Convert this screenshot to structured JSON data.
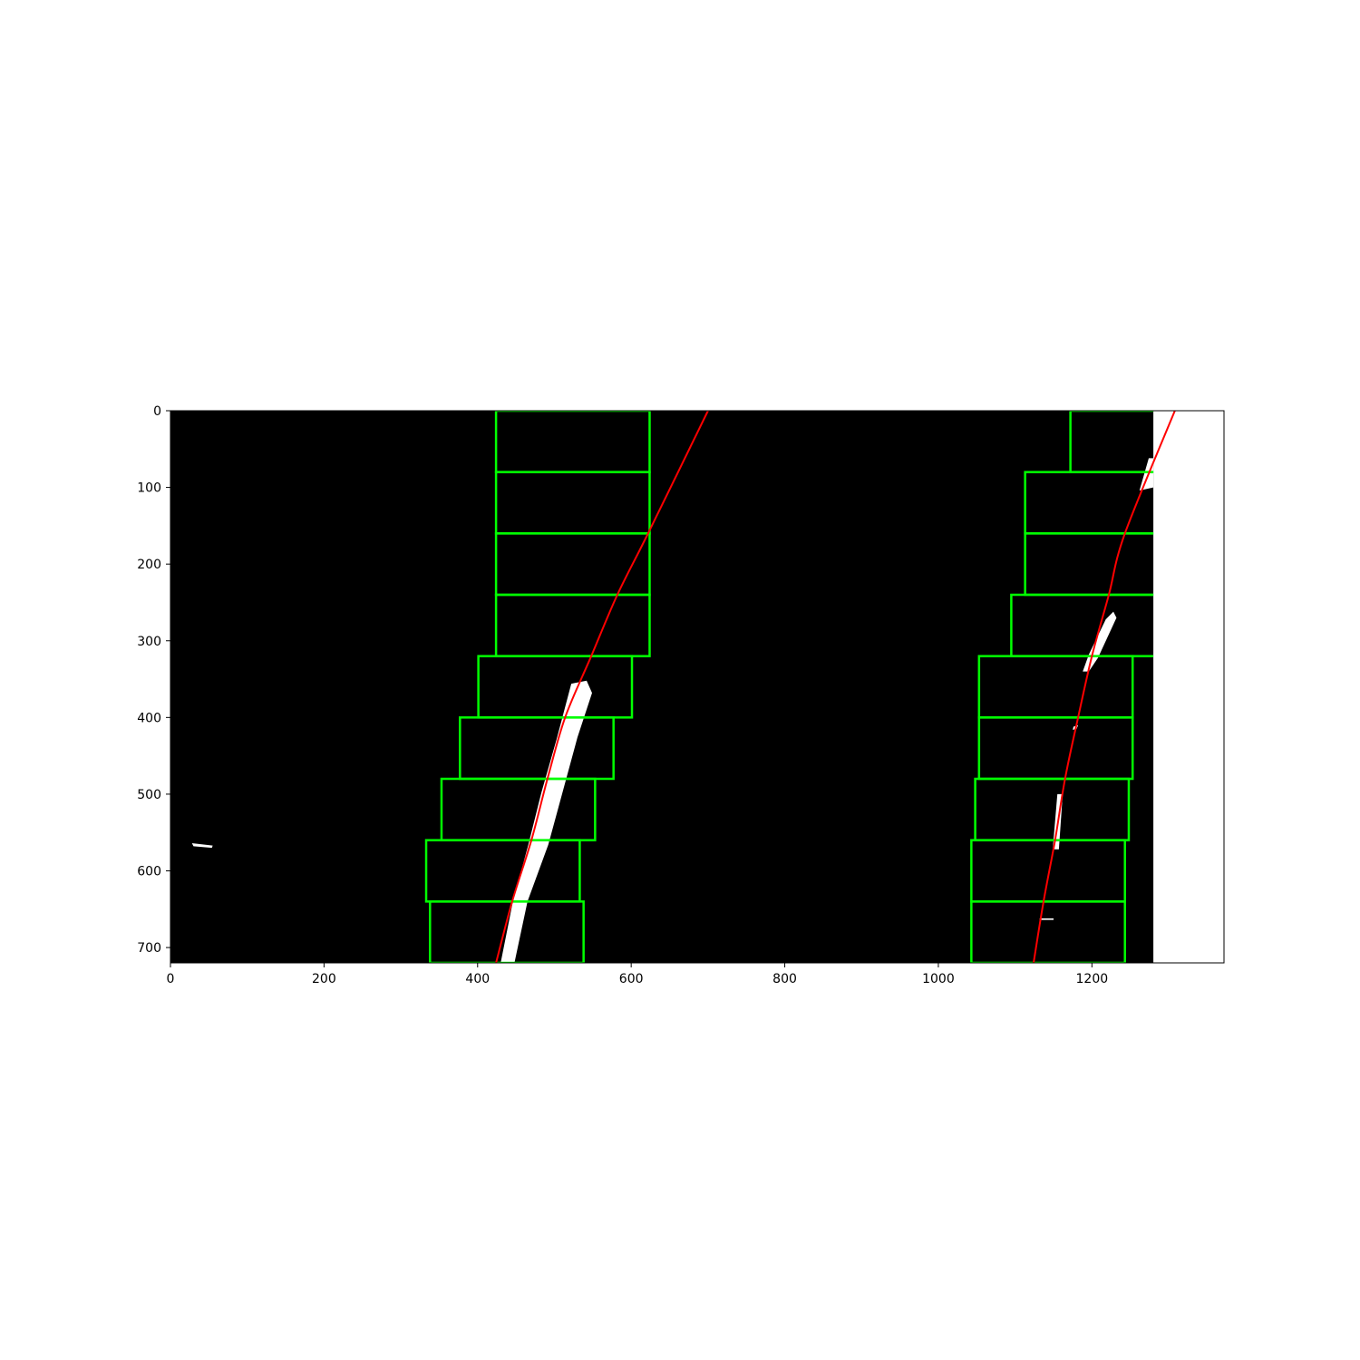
{
  "chart_data": {
    "type": "image-overlay",
    "xlim": [
      0,
      1372
    ],
    "ylim": [
      720,
      0
    ],
    "image_size": [
      1280,
      720
    ],
    "x_ticks": [
      0,
      200,
      400,
      600,
      800,
      1000,
      1200
    ],
    "y_ticks": [
      0,
      100,
      200,
      300,
      400,
      500,
      600,
      700
    ],
    "colors": {
      "background": "#000000",
      "window": "#00ff00",
      "fit": "#ff0000",
      "pixels": "#ffffff"
    },
    "windows": [
      {
        "lane": "left",
        "rows": [
          640,
          720
        ],
        "cols": [
          338,
          538
        ]
      },
      {
        "lane": "left",
        "rows": [
          560,
          640
        ],
        "cols": [
          333,
          533
        ]
      },
      {
        "lane": "left",
        "rows": [
          480,
          560
        ],
        "cols": [
          353,
          553
        ]
      },
      {
        "lane": "left",
        "rows": [
          400,
          480
        ],
        "cols": [
          377,
          577
        ]
      },
      {
        "lane": "left",
        "rows": [
          320,
          400
        ],
        "cols": [
          401,
          601
        ]
      },
      {
        "lane": "left",
        "rows": [
          240,
          320
        ],
        "cols": [
          424,
          624
        ]
      },
      {
        "lane": "left",
        "rows": [
          160,
          240
        ],
        "cols": [
          424,
          624
        ]
      },
      {
        "lane": "left",
        "rows": [
          80,
          160
        ],
        "cols": [
          424,
          624
        ]
      },
      {
        "lane": "left",
        "rows": [
          0,
          80
        ],
        "cols": [
          424,
          624
        ]
      },
      {
        "lane": "right",
        "rows": [
          640,
          720
        ],
        "cols": [
          1043,
          1243
        ]
      },
      {
        "lane": "right",
        "rows": [
          560,
          640
        ],
        "cols": [
          1043,
          1243
        ]
      },
      {
        "lane": "right",
        "rows": [
          480,
          560
        ],
        "cols": [
          1048,
          1248
        ]
      },
      {
        "lane": "right",
        "rows": [
          400,
          480
        ],
        "cols": [
          1053,
          1253
        ]
      },
      {
        "lane": "right",
        "rows": [
          320,
          400
        ],
        "cols": [
          1053,
          1253
        ]
      },
      {
        "lane": "right",
        "rows": [
          240,
          320
        ],
        "cols": [
          1095,
          1295
        ]
      },
      {
        "lane": "right",
        "rows": [
          160,
          240
        ],
        "cols": [
          1113,
          1313
        ]
      },
      {
        "lane": "right",
        "rows": [
          80,
          160
        ],
        "cols": [
          1113,
          1313
        ]
      },
      {
        "lane": "right",
        "rows": [
          0,
          80
        ],
        "cols": [
          1172,
          1372
        ]
      }
    ],
    "fits": [
      {
        "lane": "left",
        "points": [
          [
            700,
            0
          ],
          [
            622,
            160
          ],
          [
            582,
            240
          ],
          [
            548,
            320
          ],
          [
            514,
            400
          ],
          [
            491,
            480
          ],
          [
            470,
            560
          ],
          [
            445,
            640
          ],
          [
            424,
            720
          ]
        ]
      },
      {
        "lane": "right",
        "points": [
          [
            1308,
            0
          ],
          [
            1243,
            160
          ],
          [
            1222,
            240
          ],
          [
            1200,
            320
          ],
          [
            1182,
            400
          ],
          [
            1165,
            480
          ],
          [
            1152,
            560
          ],
          [
            1137,
            640
          ],
          [
            1124,
            720
          ]
        ]
      }
    ],
    "pixel_blobs": [
      {
        "lane": "left",
        "points": [
          [
            542,
            352
          ],
          [
            549,
            368
          ],
          [
            530,
            426
          ],
          [
            510,
            500
          ],
          [
            492,
            566
          ],
          [
            465,
            640
          ],
          [
            448,
            720
          ],
          [
            430,
            720
          ],
          [
            446,
            640
          ],
          [
            466,
            566
          ],
          [
            483,
            498
          ],
          [
            503,
            428
          ],
          [
            522,
            356
          ]
        ]
      },
      {
        "lane": "right",
        "points": [
          [
            1155,
            500
          ],
          [
            1162,
            500
          ],
          [
            1157,
            572
          ],
          [
            1149,
            572
          ]
        ]
      },
      {
        "lane": "right",
        "points": [
          [
            1228,
            262
          ],
          [
            1232,
            270
          ],
          [
            1208,
            322
          ],
          [
            1196,
            340
          ],
          [
            1188,
            340
          ],
          [
            1196,
            318
          ],
          [
            1218,
            272
          ]
        ]
      },
      {
        "lane": "right",
        "points": [
          [
            1274,
            62
          ],
          [
            1280,
            62
          ],
          [
            1280,
            100
          ],
          [
            1262,
            104
          ]
        ]
      },
      {
        "lane": "none",
        "points": [
          [
            28,
            564
          ],
          [
            55,
            567
          ],
          [
            54,
            570
          ],
          [
            30,
            568
          ]
        ]
      },
      {
        "lane": "right",
        "points": [
          [
            1132,
            662
          ],
          [
            1150,
            662
          ],
          [
            1150,
            664
          ],
          [
            1132,
            664
          ]
        ]
      },
      {
        "lane": "right",
        "points": [
          [
            1176,
            412
          ],
          [
            1182,
            410
          ],
          [
            1180,
            415
          ],
          [
            1175,
            416
          ]
        ]
      }
    ]
  }
}
